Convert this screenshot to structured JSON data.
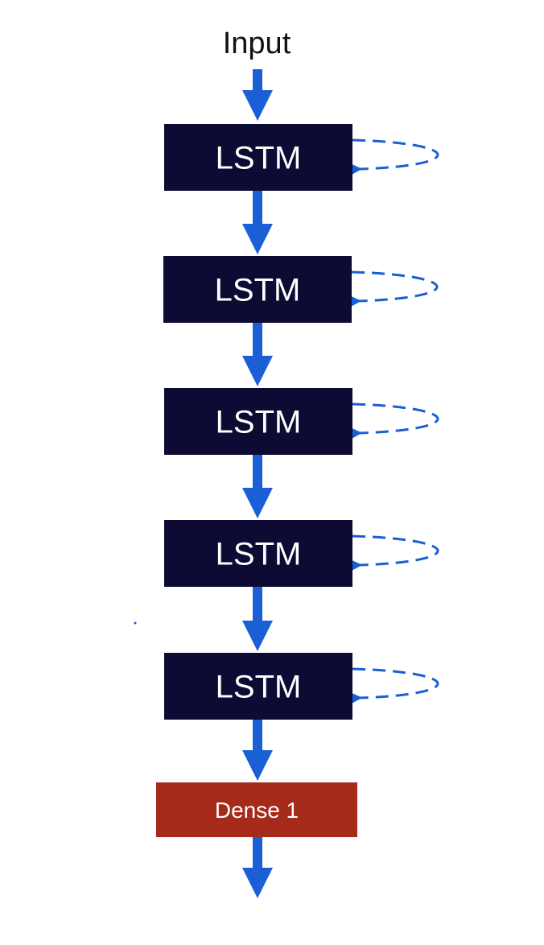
{
  "input_label": "Input",
  "layers": [
    {
      "type": "lstm",
      "label": "LSTM",
      "recurrent": true
    },
    {
      "type": "lstm",
      "label": "LSTM",
      "recurrent": true
    },
    {
      "type": "lstm",
      "label": "LSTM",
      "recurrent": true
    },
    {
      "type": "lstm",
      "label": "LSTM",
      "recurrent": true
    },
    {
      "type": "lstm",
      "label": "LSTM",
      "recurrent": true
    },
    {
      "type": "dense",
      "label": "Dense 1",
      "recurrent": false
    }
  ],
  "colors": {
    "lstm_fill": "#0d0a33",
    "dense_fill": "#a52a1a",
    "arrow": "#1a5fd6",
    "text_light": "#ffffff",
    "text_dark": "#111111"
  }
}
